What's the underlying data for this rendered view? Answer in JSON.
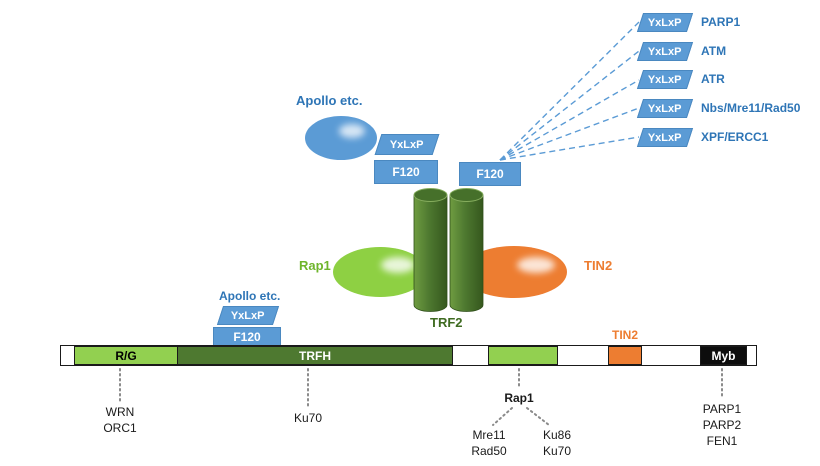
{
  "colors": {
    "blue": "#5b9bd5",
    "blue_text": "#2e75b6",
    "dark_green": "#4e7930",
    "light_green": "#92d050",
    "orange": "#ed7d31",
    "connector_gray": "#8a8a8a"
  },
  "fan": {
    "motif": "YxLxP",
    "targets": [
      "PARP1",
      "ATM",
      "ATR",
      "Nbs/Mre11/Rad50",
      "XPF/ERCC1"
    ]
  },
  "apollo_top": {
    "label": "Apollo etc.",
    "motif": "YxLxP",
    "domain": "F120"
  },
  "right_domain": "F120",
  "core": {
    "trf2": "TRF2",
    "rap1": "Rap1",
    "tin2": "TIN2"
  },
  "apollo_bottom": {
    "label": "Apollo etc.",
    "motif": "YxLxP",
    "domain": "F120"
  },
  "bar": {
    "rg": "R/G",
    "trfh": "TRFH",
    "tin2": "TIN2",
    "myb": "Myb"
  },
  "bottom": {
    "rg_targets": [
      "WRN",
      "ORC1"
    ],
    "trfh_target": "Ku70",
    "rap1": "Rap1",
    "rap1_targets_a": [
      "Mre11",
      "Rad50"
    ],
    "rap1_targets_b": [
      "Ku86",
      "Ku70"
    ],
    "myb_targets": [
      "PARP1",
      "PARP2",
      "FEN1"
    ]
  }
}
